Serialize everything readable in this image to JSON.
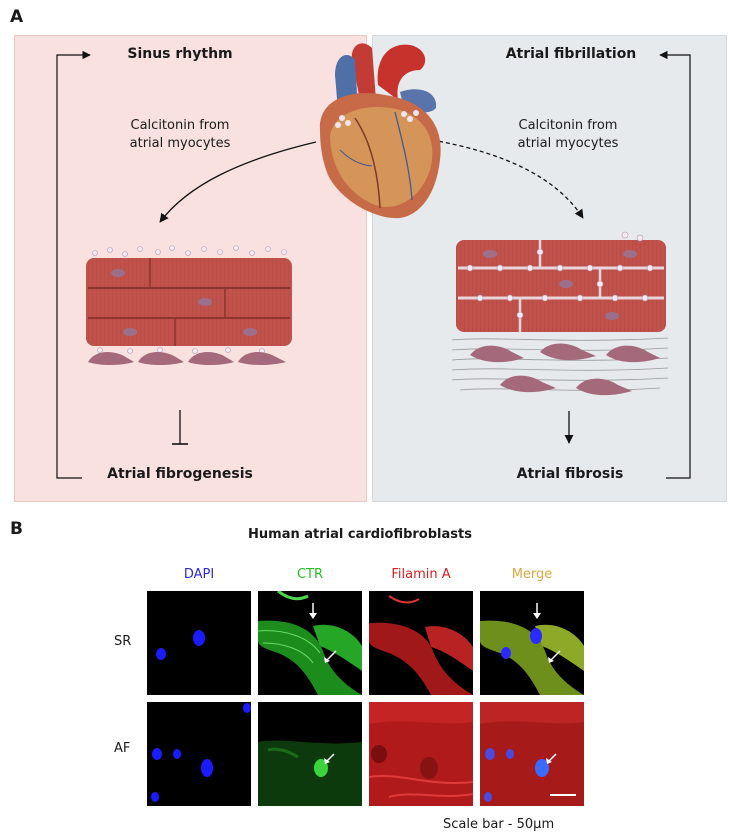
{
  "panel_a": {
    "letter": "A",
    "left": {
      "title": "Sinus rhythm",
      "source_line1": "Calcitonin from",
      "source_line2": "atrial myocytes",
      "outcome": "Atrial fibrogenesis"
    },
    "right": {
      "title": "Atrial fibrillation",
      "source_line1": "Calcitonin from",
      "source_line2": "atrial myocytes",
      "outcome": "Atrial fibrosis"
    },
    "colors": {
      "left_bg": "#f8e1df",
      "right_bg": "#e6eaed",
      "myocyte": "#c0524b",
      "fibroblast": "#a4697a"
    }
  },
  "panel_b": {
    "letter": "B",
    "title": "Human atrial cardiofibroblasts",
    "columns": [
      {
        "label": "DAPI",
        "color": "#2a2ad8"
      },
      {
        "label": "CTR",
        "color": "#1fc21f"
      },
      {
        "label": "Filamin A",
        "color": "#d42020"
      },
      {
        "label": "Merge",
        "color": "#e1a640"
      }
    ],
    "rows": [
      "SR",
      "AF"
    ],
    "scale_bar": "Scale bar - 50μm"
  }
}
